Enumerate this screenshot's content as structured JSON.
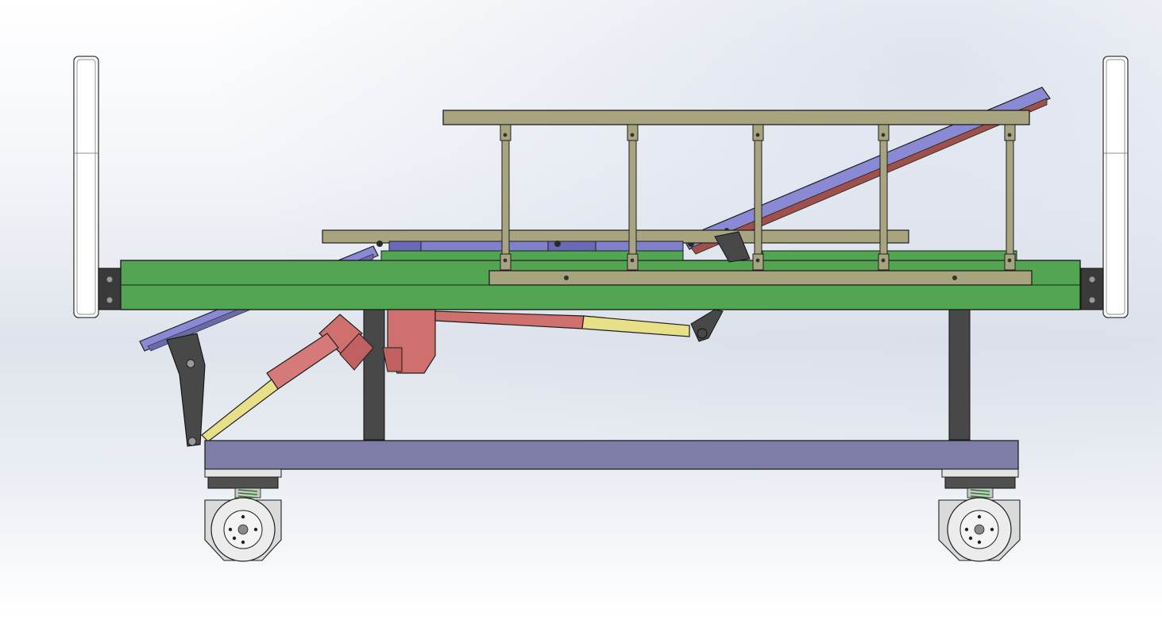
{
  "colors": {
    "frame": "#52a652",
    "base": "#7d7da8",
    "rail": "#a8a480",
    "deck": "#8c8cd2",
    "actuator": "#d0706e",
    "rod": "#e8e088",
    "bracket": "#484848",
    "post": "#484848",
    "panel": "#ffffff",
    "wheel": "#dcdcdc",
    "spring": "#3c8c3c"
  },
  "icons": {
    "headboard": "rounded-rectangle-outline",
    "footboard": "rounded-rectangle-outline",
    "caster": "wheel-circle"
  }
}
